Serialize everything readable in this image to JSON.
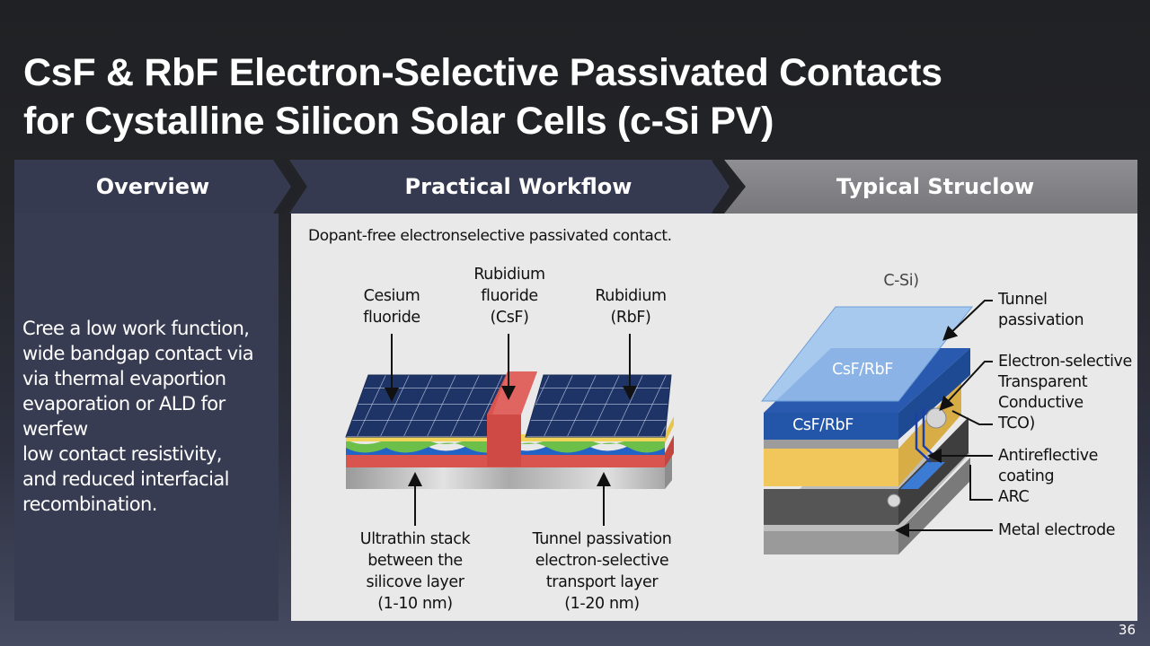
{
  "slide": {
    "title_line1": "CsF & RbF Electron-Selective Passivated Contacts",
    "title_line2": "for Cystalline Silicon Solar Cells (c-Si PV)",
    "page_number": "36"
  },
  "tabs": [
    {
      "label": "Overview"
    },
    {
      "label": "Practical Workflow"
    },
    {
      "label": "Typical Struclow"
    }
  ],
  "overview": {
    "lines": [
      "Cree a low work function,",
      "wide bandgap contact via",
      "via thermal evaportion",
      "evaporation or ALD for",
      "werfew",
      "low contact resistivity,",
      "and reduced interfacial",
      "recombination."
    ]
  },
  "workflow": {
    "caption": "Dopant-free electronselective passivated contact.",
    "top_labels": [
      {
        "lines": [
          "Cesium",
          "fluoride"
        ]
      },
      {
        "lines": [
          "Rubidium",
          "fluoride",
          "(CsF)"
        ]
      },
      {
        "lines": [
          "Rubidium",
          "(RbF)"
        ]
      }
    ],
    "bottom_labels": [
      {
        "lines": [
          "Ultrathin stack",
          "between the",
          "silicove layer",
          "(1-10 nm)"
        ]
      },
      {
        "lines": [
          "Tunnel passivation",
          "electron-selective",
          "transport layer",
          "(1-20 nm)"
        ]
      }
    ],
    "colors": {
      "cell_blue": "#1f3466",
      "busbar_red": "#d9534f",
      "yellow": "#f2d35a",
      "green": "#6cc04a",
      "wave_blue": "#2463c6",
      "base_red": "#d9544e",
      "metal": "#b9b9b9"
    }
  },
  "structure": {
    "top_label": "C-Si)",
    "layer_labels": [
      "CsF/RbF",
      "CsF/RbF"
    ],
    "callouts": [
      {
        "lines": [
          "Tunnel",
          "passivation"
        ]
      },
      {
        "lines": [
          "Electron-selective",
          "Transparent",
          "Conductive",
          "TCO)"
        ]
      },
      {
        "lines": [
          "Antireflective",
          "coating",
          "ARC"
        ]
      },
      {
        "lines": [
          "Metal electrode"
        ]
      }
    ]
  }
}
